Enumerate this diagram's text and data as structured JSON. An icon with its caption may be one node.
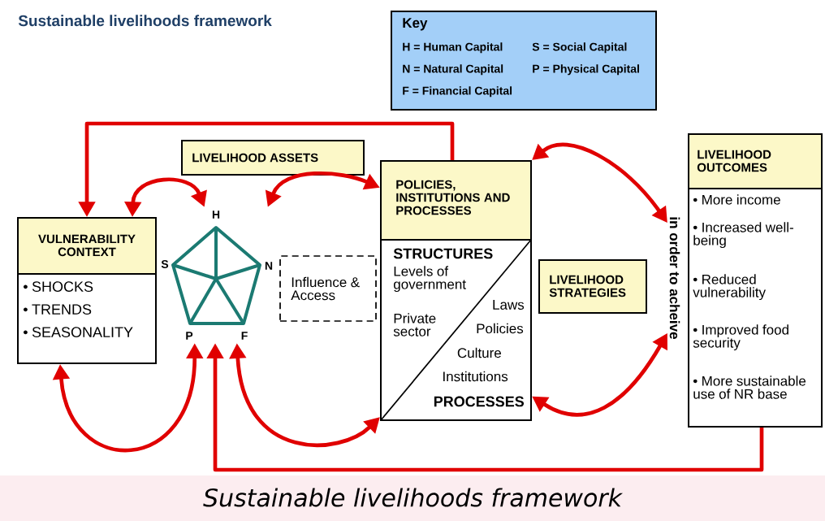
{
  "diagram": {
    "title": "Sustainable livelihoods framework",
    "caption": "Sustainable livelihoods framework",
    "nodes": [
      {
        "text": [
          "Key",
          "H = Human Capital",
          "S = Social Capital",
          "N = Natural Capital",
          "P = Physical Capital",
          "F = Financial Capital"
        ]
      },
      {
        "text": [
          "VULNERABILITY CONTEXT",
          "• SHOCKS",
          "• TRENDS",
          "• SEASONALITY"
        ]
      },
      {
        "text": [
          "LIVELIHOOD ASSETS"
        ]
      },
      {
        "text": [],
        "shape": "pentagon",
        "beside": [
          "H",
          "S",
          "N",
          "P",
          "F"
        ]
      },
      {
        "text": [
          "Influence & Access"
        ]
      },
      {
        "text": [
          "POLICIES, INSTITUTIONS AND PROCESSES",
          "STRUCTURES",
          "Levels of government",
          "Private sector",
          "Laws",
          "Policies",
          "Culture",
          "Institutions",
          "PROCESSES"
        ]
      },
      {
        "text": [
          "LIVELIHOOD STRATEGIES"
        ]
      },
      {
        "text": [
          "in order to acheive"
        ]
      },
      {
        "text": [
          "LIVELIHOOD OUTCOMES",
          "• More income",
          "• Increased well-being",
          "• Reduced vulnerability",
          "• Improved food security",
          "• More sustainable use of NR base"
        ]
      }
    ],
    "edges": [
      {
        "from": 5,
        "to": 1,
        "arrow": "to"
      },
      {
        "from": 1,
        "to": 3,
        "arrow": "both"
      },
      {
        "from": 3,
        "to": 5,
        "arrow": "both"
      },
      {
        "from": 5,
        "to": 7,
        "arrow": "both"
      },
      {
        "from": 1,
        "to": 3,
        "arrow": "both"
      },
      {
        "from": 3,
        "to": 5,
        "arrow": "both"
      },
      {
        "from": 8,
        "to": 3,
        "arrow": "to"
      },
      {
        "from": 5,
        "to": 7,
        "arrow": "both"
      }
    ]
  }
}
